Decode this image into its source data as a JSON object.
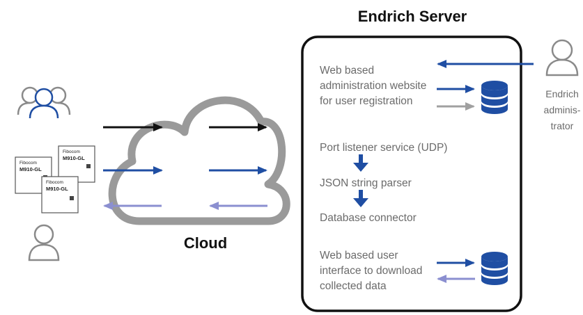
{
  "server": {
    "title": "Endrich Server",
    "sections": [
      {
        "lines": [
          "Web based",
          "administration website",
          "for user registration"
        ]
      },
      {
        "lines": [
          "Port listener service (UDP)"
        ]
      },
      {
        "lines": [
          "JSON string parser"
        ]
      },
      {
        "lines": [
          "Database connector"
        ]
      },
      {
        "lines": [
          "Web based user",
          "interface to download",
          "collected data"
        ]
      }
    ]
  },
  "cloud": {
    "label": "Cloud"
  },
  "admin": {
    "lines": [
      "Endrich",
      "adminis-",
      "trator"
    ]
  },
  "device": {
    "brand": "Fibocom",
    "model": "M910-GL"
  },
  "icons": {
    "user_group": "users-group-icon",
    "user": "user-icon",
    "admin": "admin-user-icon",
    "database": "database-icon",
    "module": "lte-module-icon"
  },
  "colors": {
    "blue": "#1f4ea3",
    "light_blue": "#8b8fd0",
    "gray_arrow": "#a0a0a0",
    "black": "#111111",
    "cloud_stroke": "#9a9a9a",
    "text_gray": "#6b6b6b",
    "user_gray": "#8a8a8a"
  }
}
